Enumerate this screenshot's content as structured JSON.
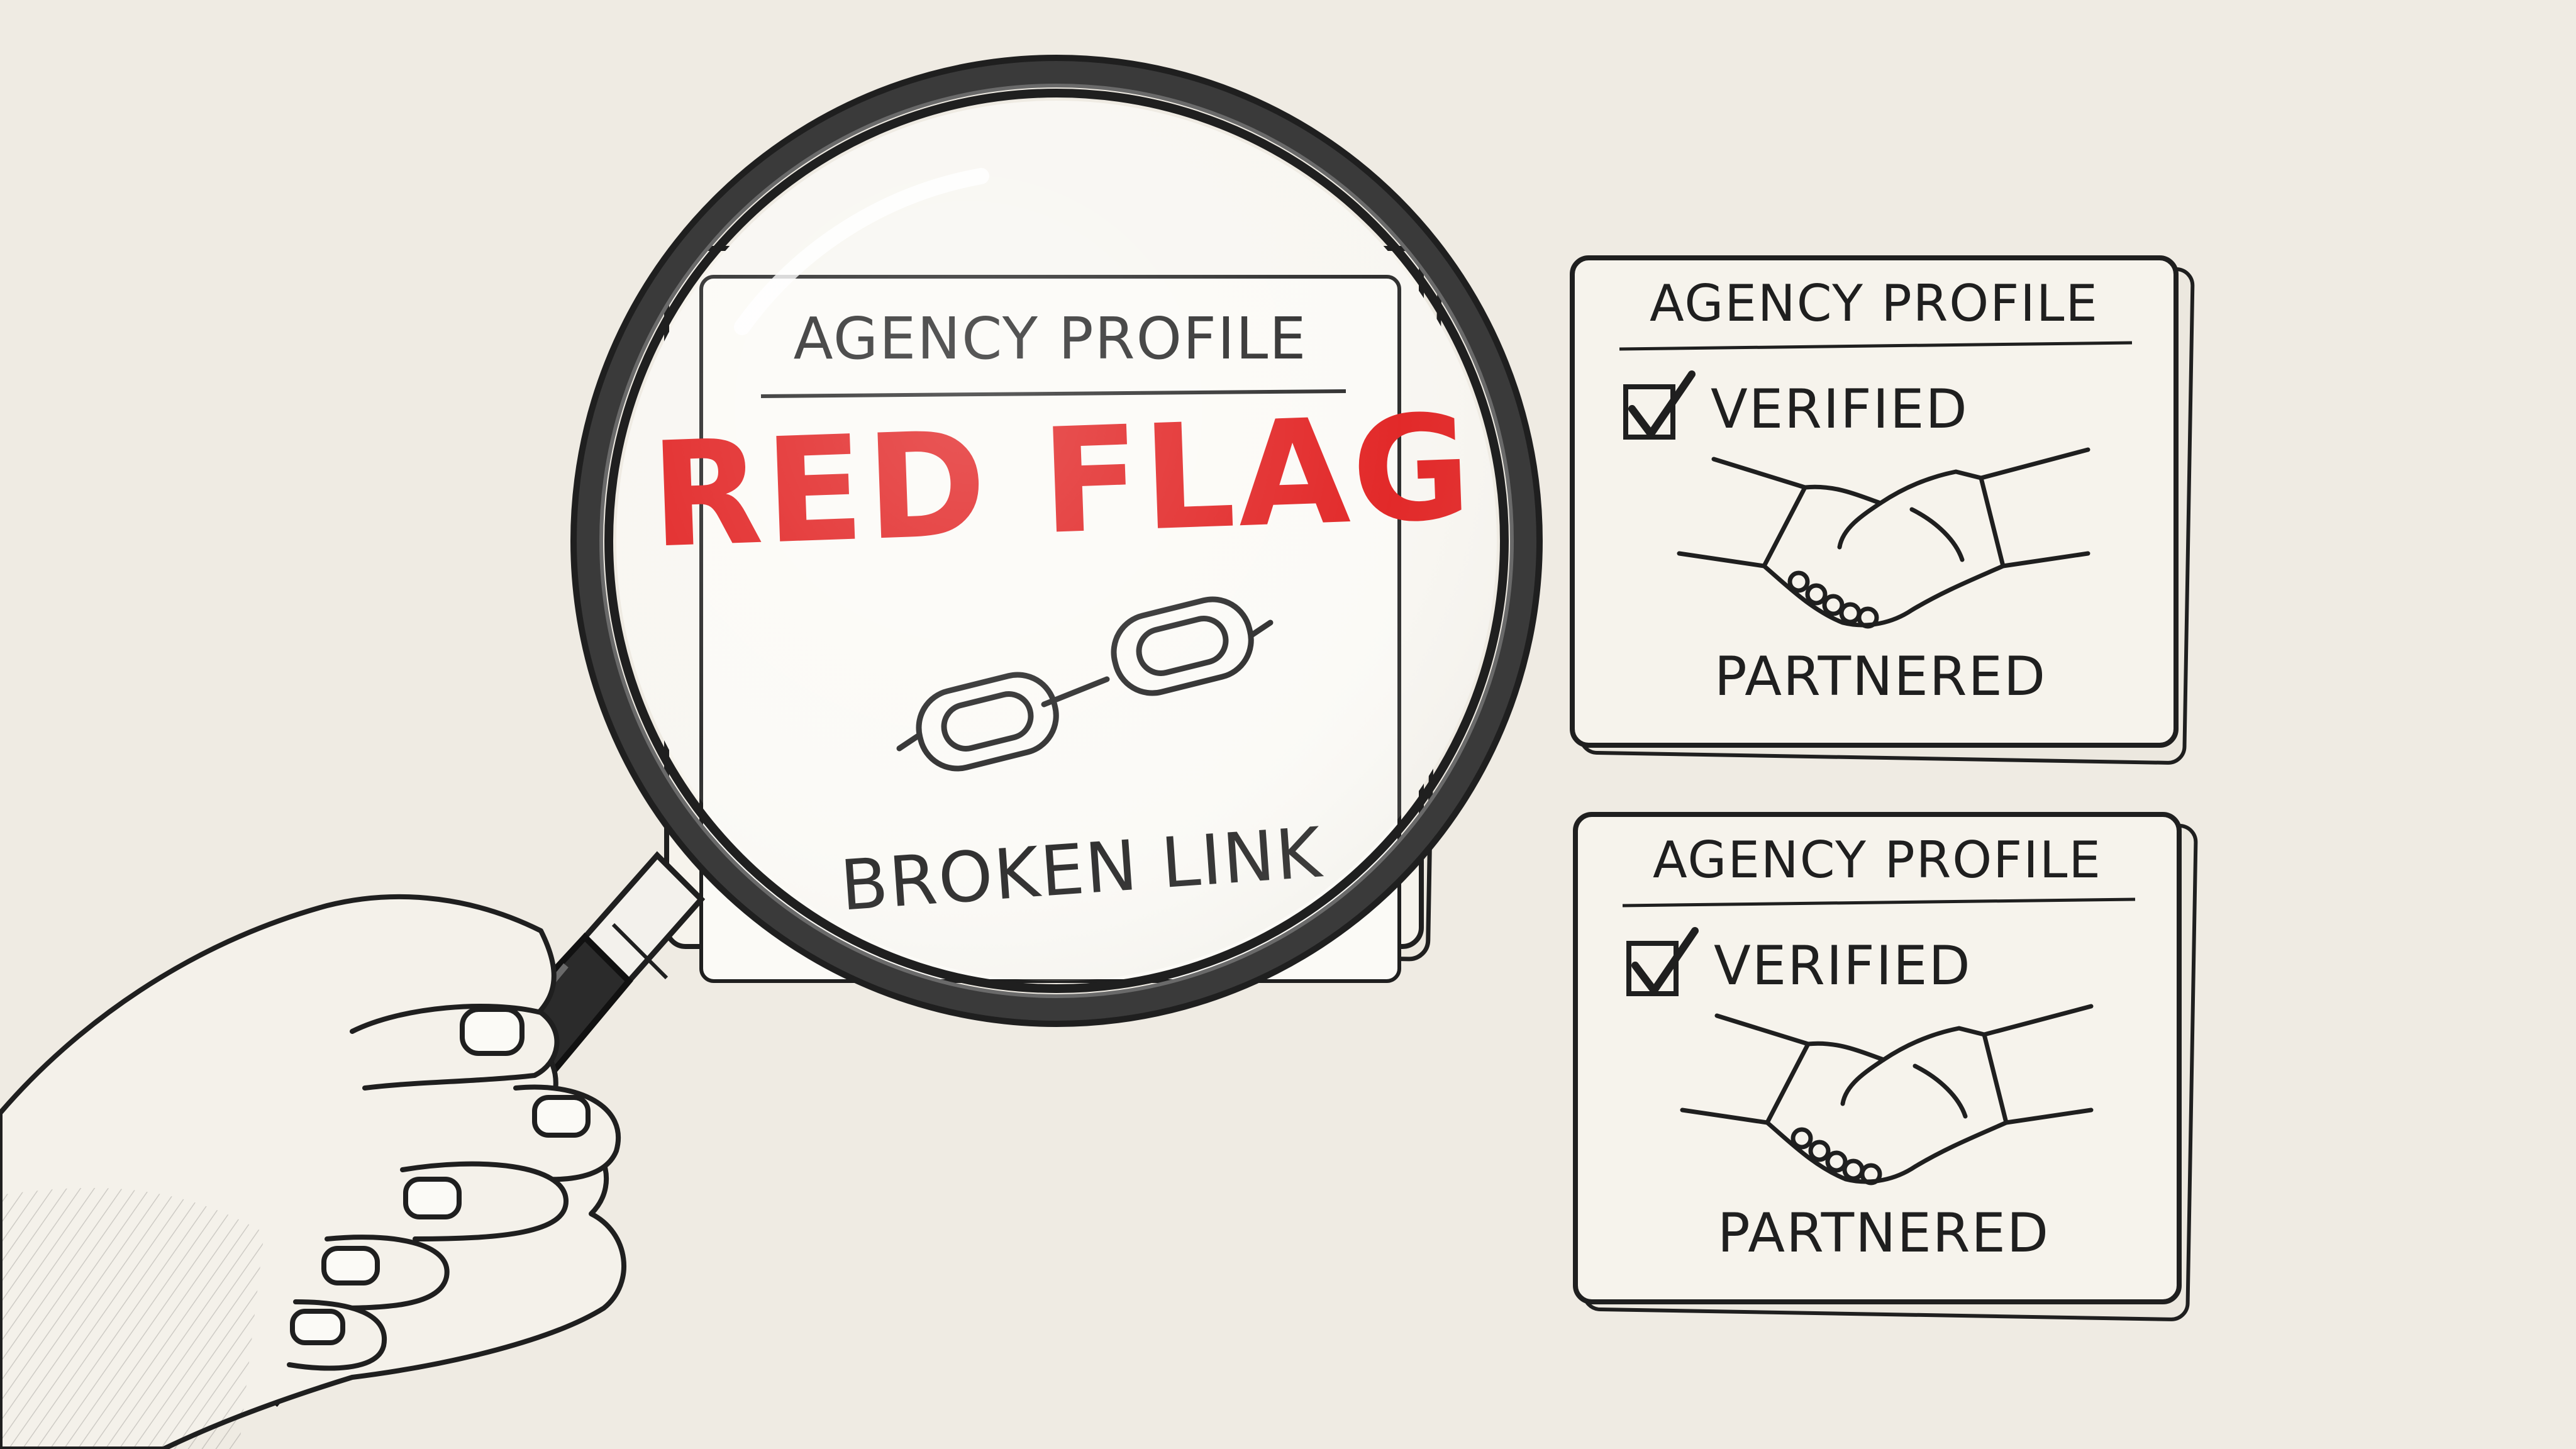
{
  "colors": {
    "paper": "#efebe3",
    "ink": "#1f1f1f",
    "card_fill": "#f6f3ec",
    "red_flag": "#e01818"
  },
  "flagged_profile": {
    "title": "AGENCY PROFILE",
    "warning": "RED FLAG",
    "icon": "broken-chain-icon",
    "caption": "BROKEN LINK"
  },
  "verified_profiles": [
    {
      "title": "AGENCY PROFILE",
      "status": "VERIFIED",
      "status_icon": "checkbox-checked-icon",
      "icon": "handshake-icon",
      "caption": "PARTNERED"
    },
    {
      "title": "AGENCY PROFILE",
      "status": "VERIFIED",
      "status_icon": "checkbox-checked-icon",
      "icon": "handshake-icon",
      "caption": "PARTNERED"
    }
  ],
  "magnifier_icon": "magnifying-glass-icon",
  "hand_icon": "holding-hand-icon"
}
